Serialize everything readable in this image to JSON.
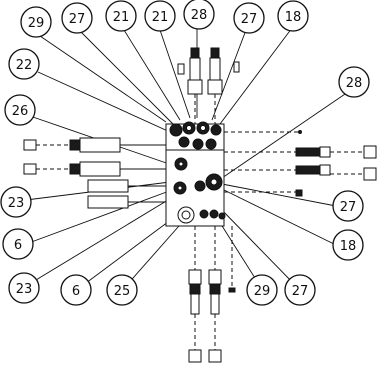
{
  "callouts": [
    {
      "id": "c1",
      "label": "29"
    },
    {
      "id": "c2",
      "label": "27"
    },
    {
      "id": "c3",
      "label": "21"
    },
    {
      "id": "c4",
      "label": "21"
    },
    {
      "id": "c5",
      "label": "28"
    },
    {
      "id": "c6",
      "label": "27"
    },
    {
      "id": "c7",
      "label": "18"
    },
    {
      "id": "c8",
      "label": "22"
    },
    {
      "id": "c9",
      "label": "28"
    },
    {
      "id": "c10",
      "label": "26"
    },
    {
      "id": "c11",
      "label": "23"
    },
    {
      "id": "c12",
      "label": "6"
    },
    {
      "id": "c13",
      "label": "27"
    },
    {
      "id": "c14",
      "label": "18"
    },
    {
      "id": "c15",
      "label": "23"
    },
    {
      "id": "c16",
      "label": "6"
    },
    {
      "id": "c17",
      "label": "25"
    },
    {
      "id": "c18",
      "label": "29"
    },
    {
      "id": "c19",
      "label": "27"
    }
  ]
}
